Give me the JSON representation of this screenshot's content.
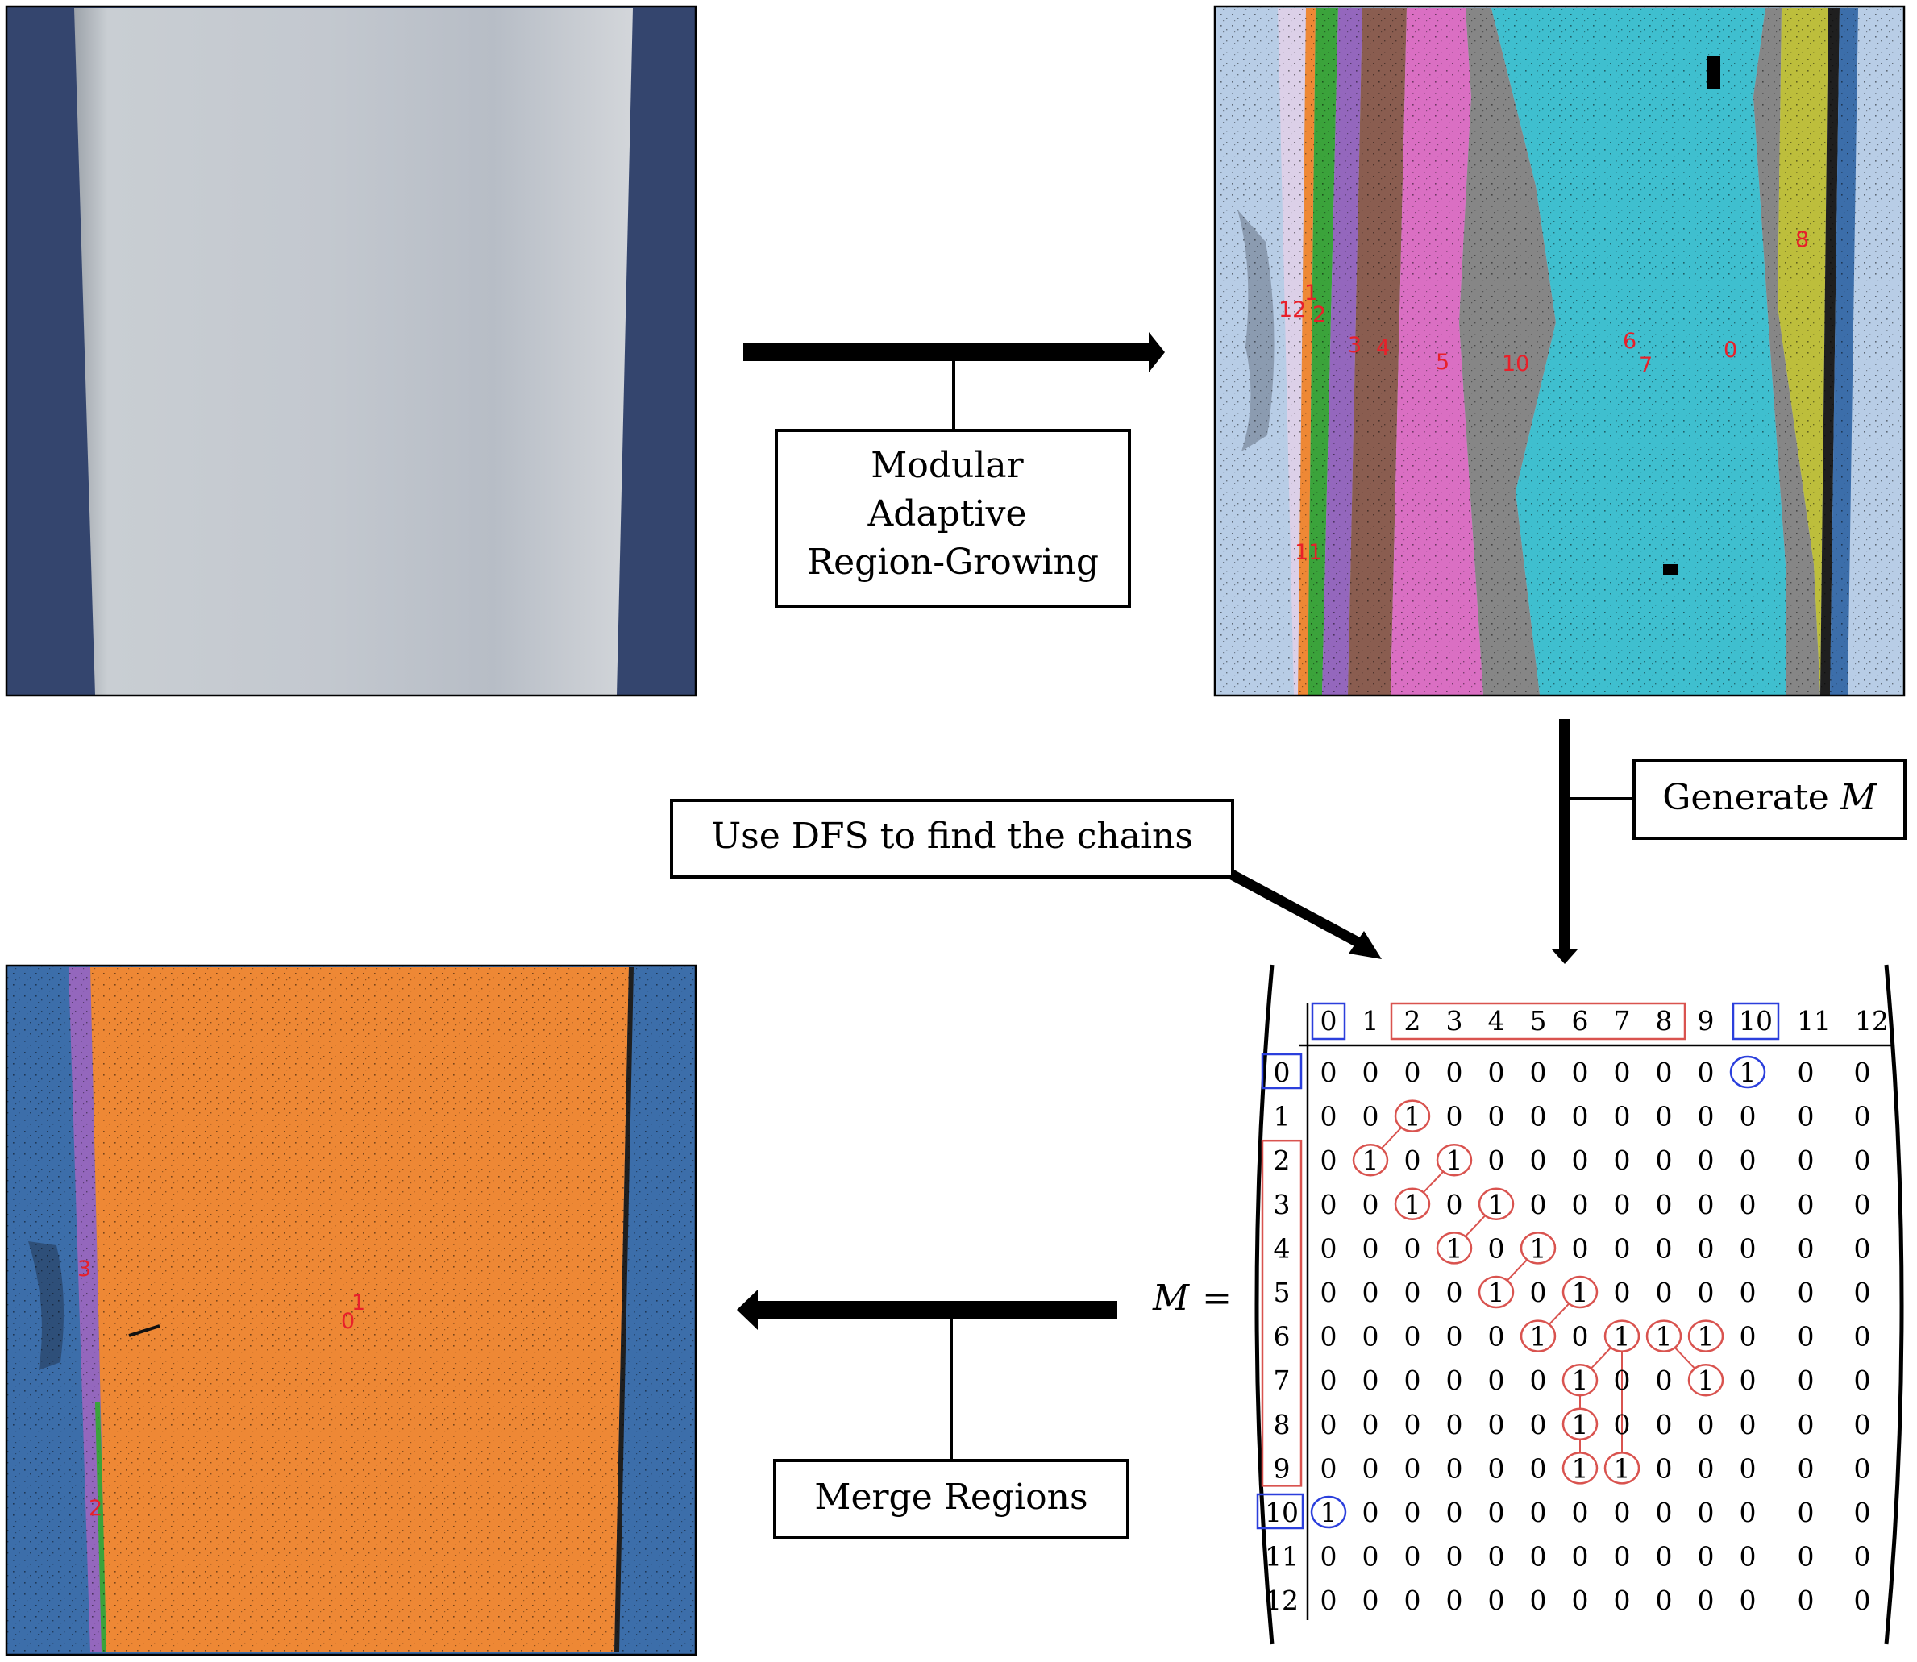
{
  "steps": {
    "step1": "Modular Adaptive Region-Growing",
    "step1_lines": [
      "Modular",
      "Adaptive",
      "Region-Growing"
    ],
    "step2_prefix": "Generate ",
    "step2_var": "M",
    "step3": "Use DFS to find the chains",
    "step4": "Merge Regions"
  },
  "segmented_labels": [
    "12",
    "1",
    "2",
    "3",
    "4",
    "5",
    "10",
    "6",
    "7",
    "0",
    "8",
    "11"
  ],
  "merged_labels": [
    "3",
    "1",
    "0",
    "2"
  ],
  "matrix": {
    "lhs_var": "M",
    "lhs_eq": "=",
    "indices": [
      "0",
      "1",
      "2",
      "3",
      "4",
      "5",
      "6",
      "7",
      "8",
      "9",
      "10",
      "11",
      "12"
    ],
    "rows": [
      [
        "0",
        "0",
        "0",
        "0",
        "0",
        "0",
        "0",
        "0",
        "0",
        "0",
        "1",
        "0",
        "0"
      ],
      [
        "0",
        "0",
        "1",
        "0",
        "0",
        "0",
        "0",
        "0",
        "0",
        "0",
        "0",
        "0",
        "0"
      ],
      [
        "0",
        "1",
        "0",
        "1",
        "0",
        "0",
        "0",
        "0",
        "0",
        "0",
        "0",
        "0",
        "0"
      ],
      [
        "0",
        "0",
        "1",
        "0",
        "1",
        "0",
        "0",
        "0",
        "0",
        "0",
        "0",
        "0",
        "0"
      ],
      [
        "0",
        "0",
        "0",
        "1",
        "0",
        "1",
        "0",
        "0",
        "0",
        "0",
        "0",
        "0",
        "0"
      ],
      [
        "0",
        "0",
        "0",
        "0",
        "1",
        "0",
        "1",
        "0",
        "0",
        "0",
        "0",
        "0",
        "0"
      ],
      [
        "0",
        "0",
        "0",
        "0",
        "0",
        "1",
        "0",
        "1",
        "1",
        "1",
        "0",
        "0",
        "0"
      ],
      [
        "0",
        "0",
        "0",
        "0",
        "0",
        "0",
        "1",
        "0",
        "0",
        "1",
        "0",
        "0",
        "0"
      ],
      [
        "0",
        "0",
        "0",
        "0",
        "0",
        "0",
        "1",
        "0",
        "0",
        "0",
        "0",
        "0",
        "0"
      ],
      [
        "0",
        "0",
        "0",
        "0",
        "0",
        "0",
        "1",
        "1",
        "0",
        "0",
        "0",
        "0",
        "0"
      ],
      [
        "1",
        "0",
        "0",
        "0",
        "0",
        "0",
        "0",
        "0",
        "0",
        "0",
        "0",
        "0",
        "0"
      ],
      [
        "0",
        "0",
        "0",
        "0",
        "0",
        "0",
        "0",
        "0",
        "0",
        "0",
        "0",
        "0",
        "0"
      ],
      [
        "0",
        "0",
        "0",
        "0",
        "0",
        "0",
        "0",
        "0",
        "0",
        "0",
        "0",
        "0",
        "0"
      ]
    ],
    "red_cells": [
      [
        1,
        2
      ],
      [
        2,
        1
      ],
      [
        2,
        3
      ],
      [
        3,
        2
      ],
      [
        3,
        4
      ],
      [
        4,
        3
      ],
      [
        4,
        5
      ],
      [
        5,
        4
      ],
      [
        5,
        6
      ],
      [
        6,
        5
      ],
      [
        6,
        7
      ],
      [
        6,
        8
      ],
      [
        6,
        9
      ],
      [
        7,
        6
      ],
      [
        7,
        9
      ],
      [
        8,
        6
      ],
      [
        9,
        6
      ],
      [
        9,
        7
      ]
    ],
    "blue_cells": [
      [
        0,
        10
      ],
      [
        10,
        0
      ]
    ],
    "chain_links": [
      [
        1,
        2,
        2,
        1
      ],
      [
        2,
        3,
        3,
        2
      ],
      [
        3,
        4,
        4,
        3
      ],
      [
        4,
        5,
        5,
        4
      ],
      [
        5,
        6,
        6,
        5
      ],
      [
        6,
        7,
        7,
        6
      ],
      [
        6,
        8,
        7,
        9
      ],
      [
        8,
        6,
        9,
        6
      ],
      [
        7,
        6,
        8,
        6
      ],
      [
        6,
        7,
        9,
        7
      ]
    ]
  },
  "colors": {
    "photo_bg": "#34456e",
    "blade": "#c5cbd1",
    "seg_bg": "#b8cde6",
    "accent_red": "#e8202a",
    "red_box": "#d9534f",
    "blue_box": "#2b3fdc",
    "merged_bg": "#3c6eaa",
    "merged_orange": "#ee8835",
    "merged_purple": "#9467bd"
  }
}
